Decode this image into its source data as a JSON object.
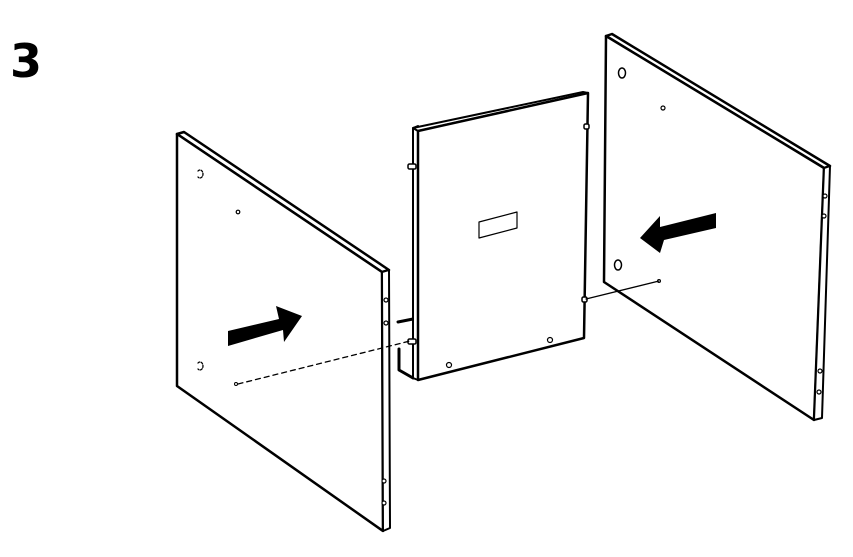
{
  "instruction": {
    "step_number": "3",
    "colors": {
      "ink": "#000000",
      "paper": "#ffffff"
    },
    "parts": [
      {
        "id": "left-side-panel",
        "arrow_direction": "right"
      },
      {
        "id": "back-panel",
        "label_rectangle": true,
        "dowels": 4,
        "screw_holes": 2
      },
      {
        "id": "right-side-panel",
        "arrow_direction": "left"
      }
    ],
    "connectors": [
      {
        "from": "left-side-panel",
        "to": "back-panel",
        "style": "dashed"
      },
      {
        "from": "back-panel",
        "to": "right-side-panel",
        "style": "solid"
      }
    ]
  }
}
